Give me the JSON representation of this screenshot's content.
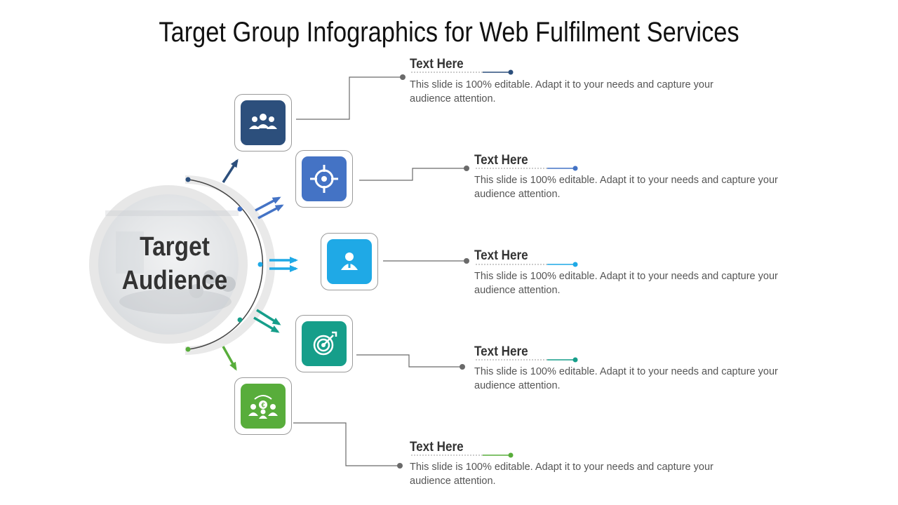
{
  "title": "Target Group Infographics for Web Fulfilment Services",
  "center": {
    "line1": "Target",
    "line2": "Audience"
  },
  "items": [
    {
      "heading": "Text Here",
      "description": "This slide is 100% editable. Adapt it to your needs and capture your audience attention.",
      "color": "#2c4f7c",
      "icon": "team-icon"
    },
    {
      "heading": "Text Here",
      "description": "This slide is 100% editable. Adapt it to your needs and capture your audience attention.",
      "color": "#4473c5",
      "icon": "crosshair-icon"
    },
    {
      "heading": "Text Here",
      "description": "This slide is 100% editable. Adapt it to your needs and capture your audience attention.",
      "color": "#1fa9e6",
      "icon": "user-icon"
    },
    {
      "heading": "Text Here",
      "description": "This slide is 100% editable. Adapt it to your needs and capture your audience attention.",
      "color": "#169e8a",
      "icon": "target-icon"
    },
    {
      "heading": "Text Here",
      "description": "This slide is 100% editable. Adapt it to your needs and capture your audience attention.",
      "color": "#58ad3b",
      "icon": "euro-exchange-icon"
    }
  ]
}
